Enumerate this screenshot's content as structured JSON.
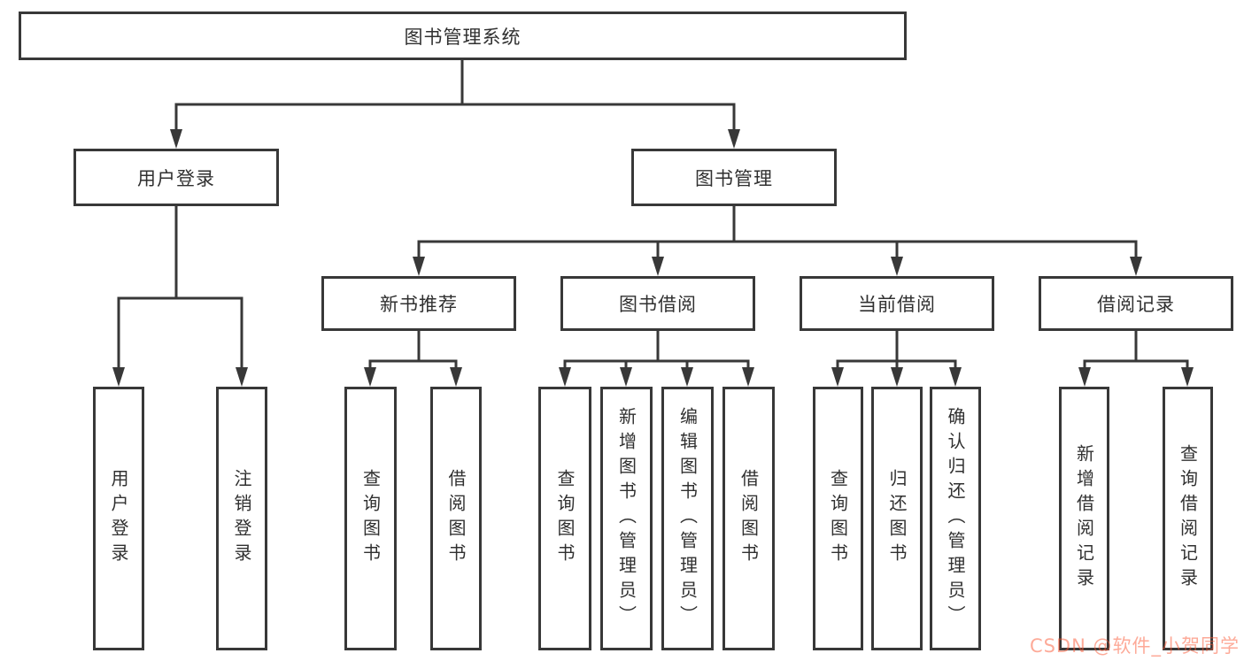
{
  "diagram": {
    "root": {
      "label": "图书管理系统"
    },
    "branches": [
      {
        "label": "用户登录"
      },
      {
        "label": "图书管理"
      }
    ],
    "sections": [
      {
        "label": "新书推荐"
      },
      {
        "label": "图书借阅"
      },
      {
        "label": "当前借阅"
      },
      {
        "label": "借阅记录"
      }
    ],
    "leaves": [
      "用户登录",
      "注销登录",
      "查询图书",
      "借阅图书",
      "查询图书",
      "新增图书（管理员）",
      "编辑图书（管理员）",
      "借阅图书",
      "查询图书",
      "归还图书",
      "确认归还（管理员）",
      "新增借阅记录",
      "查询借阅记录"
    ],
    "colors": {
      "line": "#383838",
      "text": "#303030",
      "background": "#ffffff",
      "watermark": "#fc5531"
    }
  },
  "watermark": {
    "text": "CSDN @软件_小贺同学"
  }
}
